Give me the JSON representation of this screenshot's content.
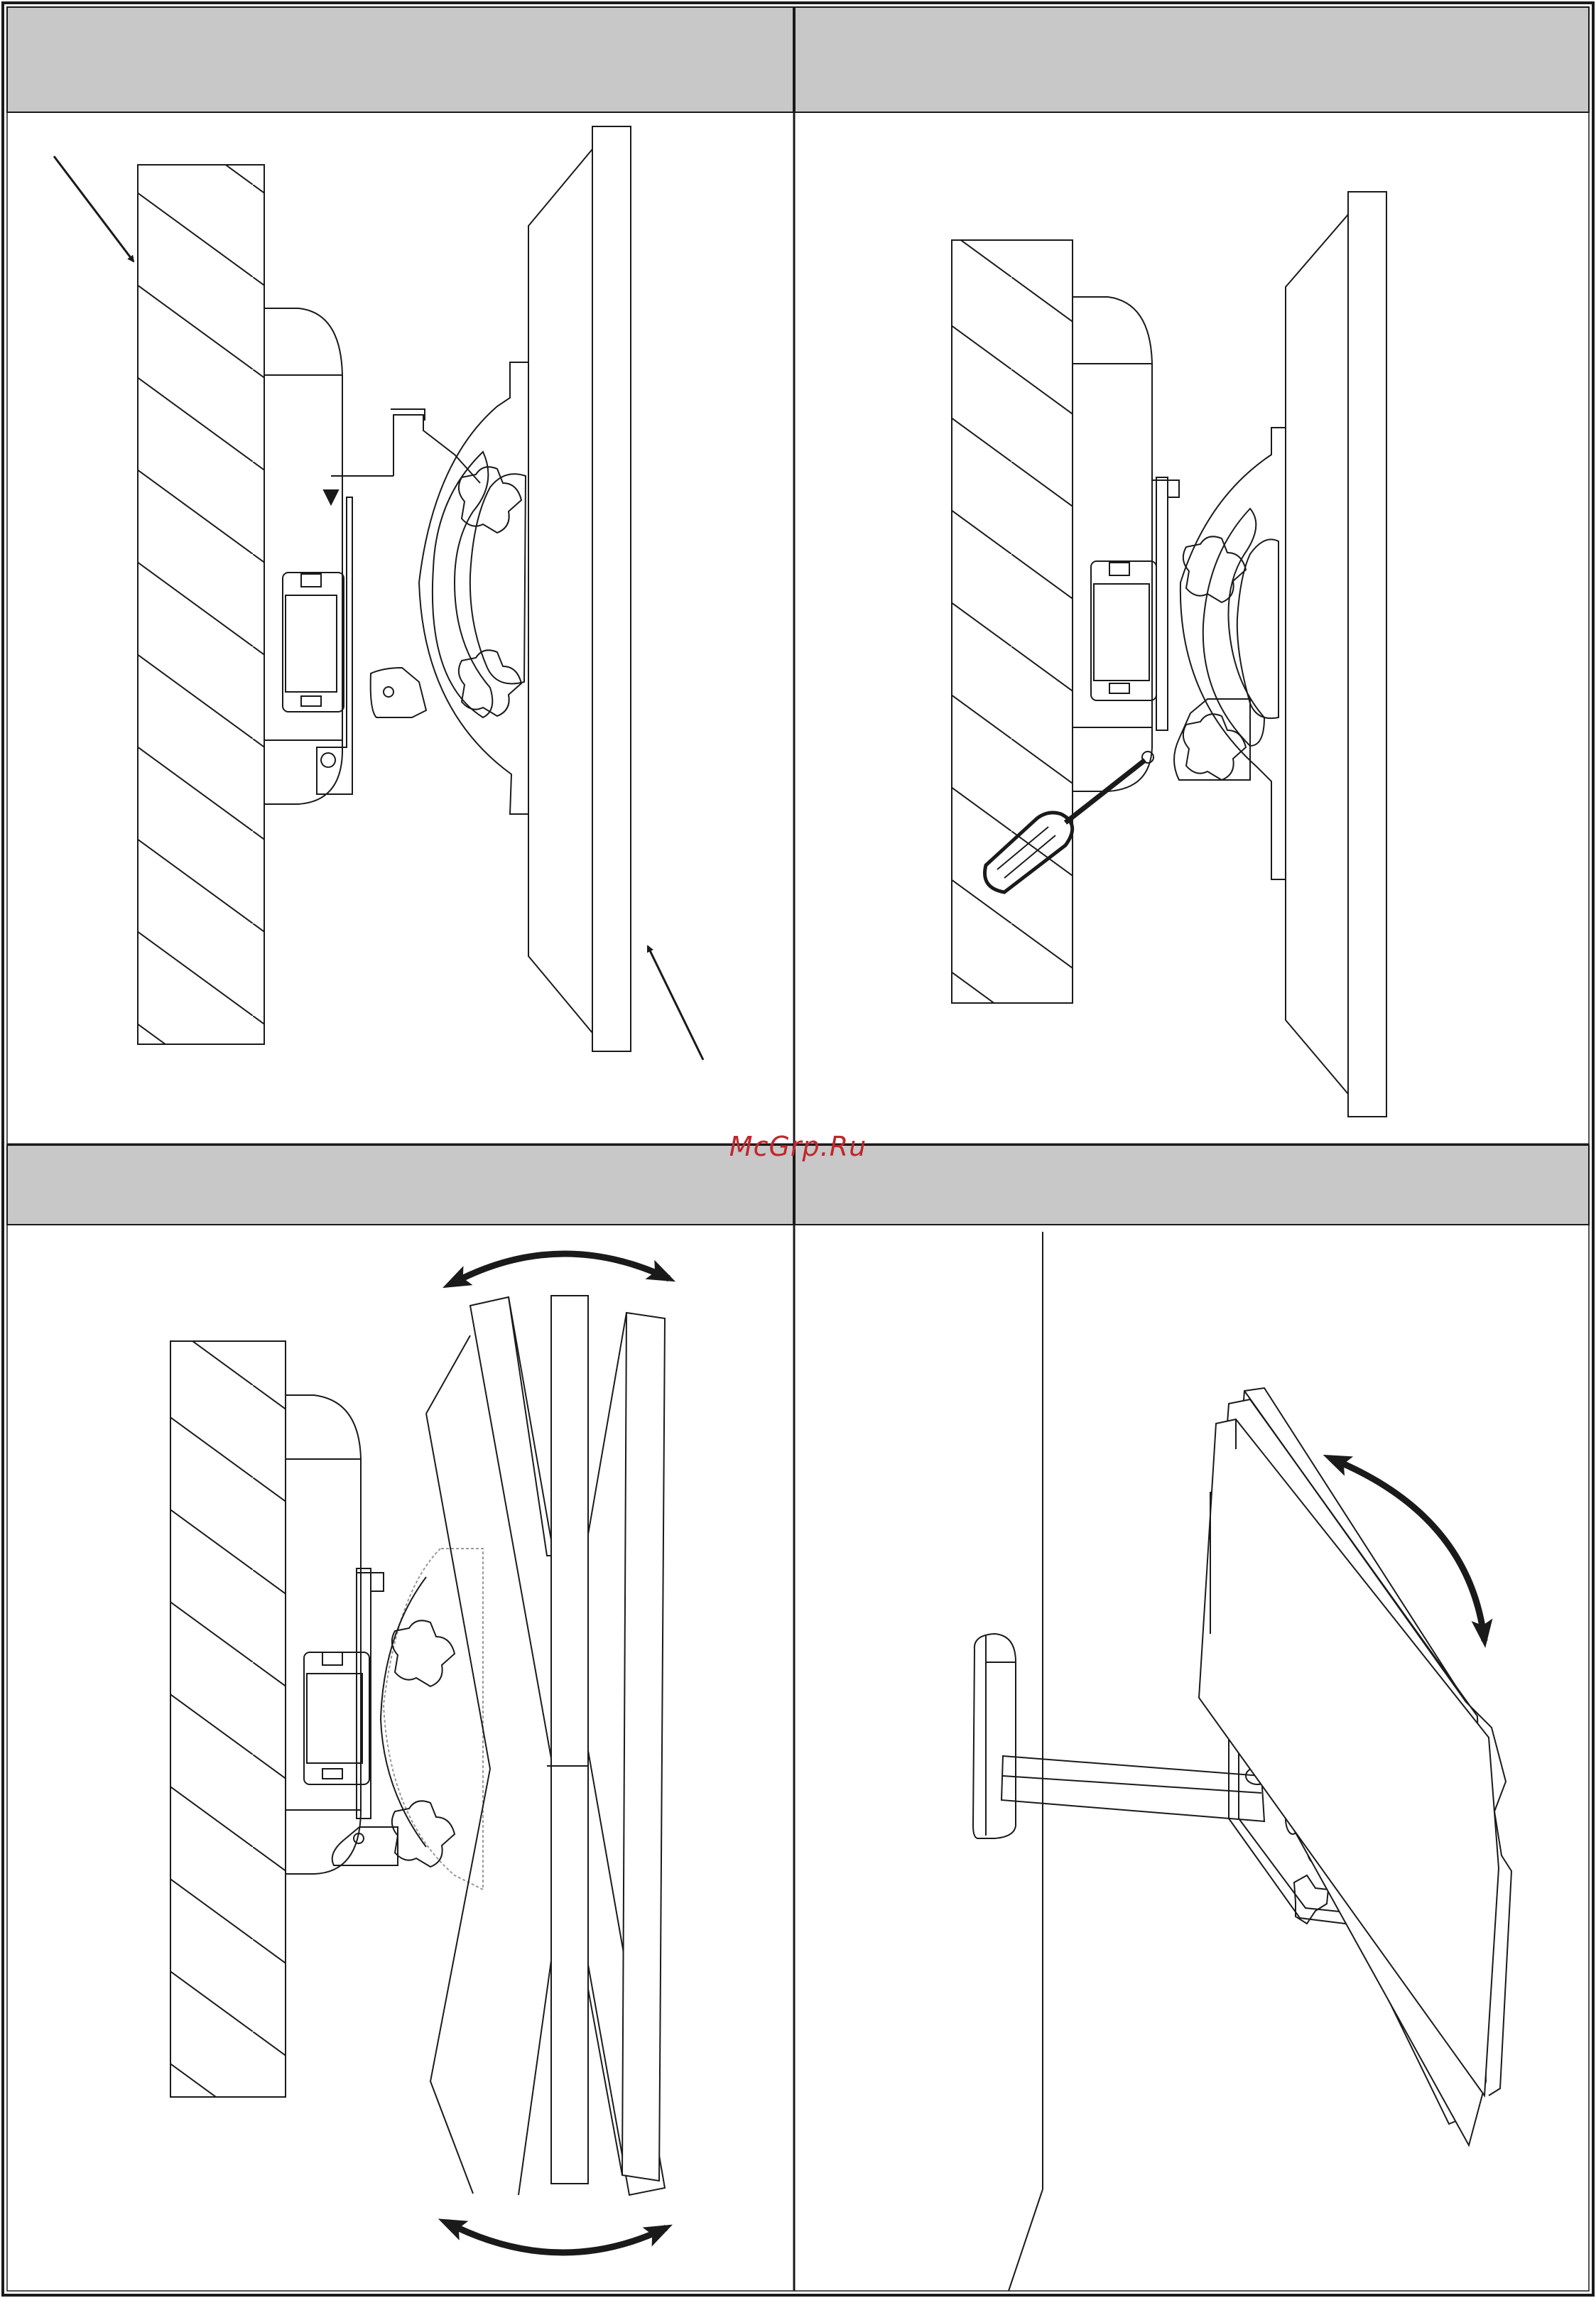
{
  "watermark": {
    "text": "McGrp.Ru"
  },
  "colors": {
    "header_band": "#c8c8c8",
    "line": "#1a1a1a",
    "watermark": "#c0272d"
  },
  "panels": [
    {
      "id": "panel-1",
      "header_text": ""
    },
    {
      "id": "panel-2",
      "header_text": ""
    },
    {
      "id": "panel-3",
      "header_text": ""
    },
    {
      "id": "panel-4",
      "header_text": ""
    }
  ]
}
